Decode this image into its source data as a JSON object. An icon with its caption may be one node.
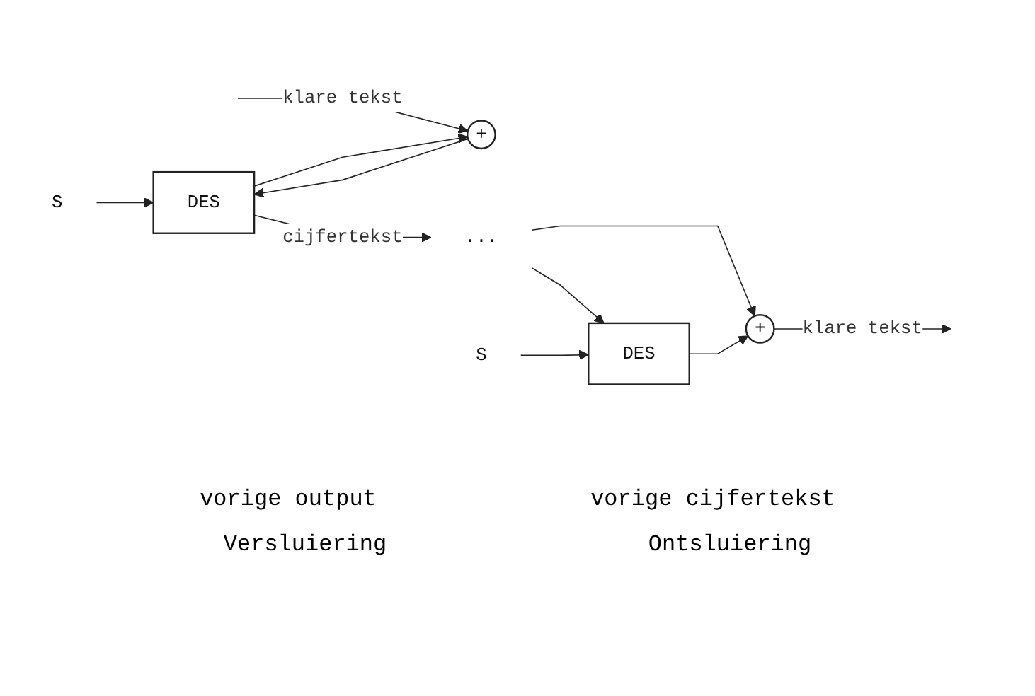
{
  "diagram": {
    "nodes": [
      {
        "text": [
          "S"
        ]
      },
      {
        "text": [
          "+"
        ]
      },
      {
        "text": [
          "DES"
        ]
      },
      {
        "text": [
          "..."
        ]
      },
      {
        "text": [
          "S"
        ]
      },
      {
        "text": [
          "DES"
        ]
      },
      {
        "text": [
          "+"
        ]
      }
    ],
    "edges": [
      {
        "from": null,
        "to": 1,
        "arrow": "to",
        "label": "klare tekst"
      },
      {
        "from": 0,
        "to": 2,
        "arrow": "to"
      },
      {
        "from": 1,
        "to": 2,
        "arrow": "to"
      },
      {
        "from": 2,
        "to": 3,
        "arrow": "to",
        "label": "cijfertekst"
      },
      {
        "from": 2,
        "to": 1,
        "arrow": "to"
      },
      {
        "from": 3,
        "to": 5,
        "arrow": "to"
      },
      {
        "from": 3,
        "to": 6,
        "arrow": "to"
      },
      {
        "from": 4,
        "to": 5,
        "arrow": "to"
      },
      {
        "from": 5,
        "to": 6,
        "arrow": "to"
      },
      {
        "from": 6,
        "to": null,
        "arrow": "to",
        "label": "klare tekst"
      }
    ],
    "labels": [
      "vorige output",
      "vorige cijfertekst",
      "Versluiering",
      "Ontsluiering"
    ]
  }
}
